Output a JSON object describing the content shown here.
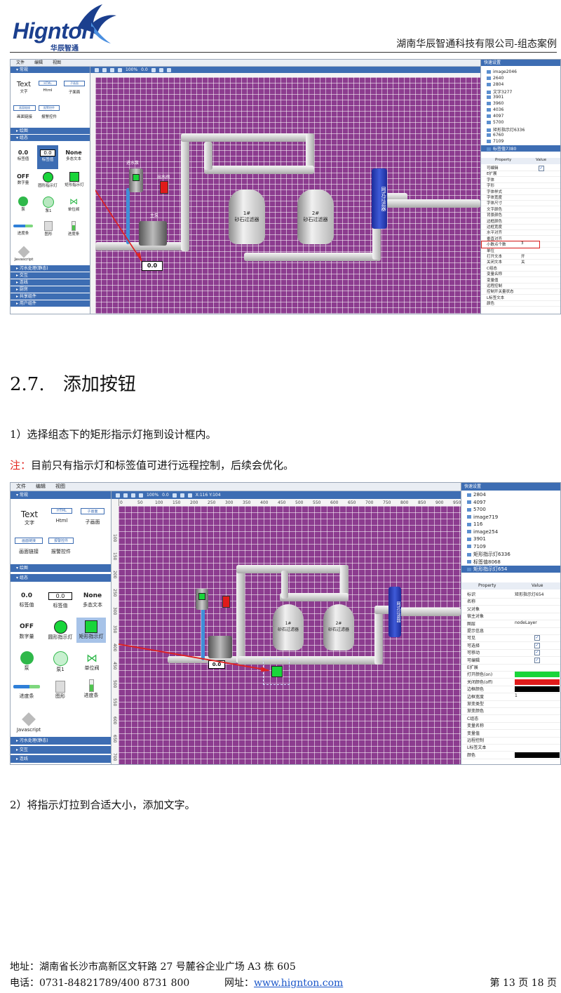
{
  "header": {
    "logo_text": "Hignton",
    "logo_sub": "华辰智通",
    "company": "湖南华辰智通科技有限公司-组态案例"
  },
  "screenshot1": {
    "menu": [
      "文件",
      "编辑",
      "视图"
    ],
    "toolbar_zoom": "100%",
    "toolbar_value": "0.0",
    "quick_settings": "快速设置",
    "left_sections": {
      "normal": "常规",
      "chart": "绘图",
      "config": "组态",
      "sewage": "污水处理(静态)",
      "interact": "交互",
      "connect": "连线",
      "kitchen": "厨房",
      "share": "共享组件",
      "user": "用户组件"
    },
    "tools": {
      "text_label": "Text",
      "text": "文字",
      "html_icon": "HTML",
      "html": "Html",
      "subpage_icon": "子画面",
      "subpage": "子面面",
      "jump_icon": "画面链接",
      "jump": "画面链接",
      "alarm_icon": "报警控件",
      "alarm": "报警控件",
      "num_label": "0.0",
      "num": "标签值",
      "num2_label": "0.0",
      "num2": "标签值",
      "none_label": "None",
      "none": "多态文本",
      "off_label": "OFF",
      "off": "数字量",
      "circle": "圆形指示灯",
      "rect": "矩形指示灯",
      "pump": "泵",
      "pump1": "泵1",
      "valve": "单位阀",
      "progress": "进度条",
      "shape": "图形",
      "progress2": "进度条",
      "js": "Javascript"
    },
    "canvas_labels": {
      "in_pump": "进水泵",
      "out_valve": "出水阀",
      "main_pump": "主泵",
      "tank1": "1#\n砂石过滤器",
      "tank2": "2#\n砂石过滤器",
      "blue_tank": "网式过滤器",
      "value_box": "0.0"
    },
    "tree": [
      "image2046",
      "2640",
      "2804",
      "文字3277",
      "3901",
      "3960",
      "4036",
      "4097",
      "5700",
      "矩形指示灯6336",
      "6760",
      "7109",
      "标签值7380"
    ],
    "props": {
      "header_prop": "Property",
      "header_val": "Value",
      "rows": [
        {
          "name": "可编辑",
          "value": ""
        },
        {
          "name": "E扩展",
          "value": ""
        },
        {
          "name": "字体",
          "value": ""
        },
        {
          "name": "字形",
          "value": ""
        },
        {
          "name": "字体样式",
          "value": ""
        },
        {
          "name": "字体宽度",
          "value": ""
        },
        {
          "name": "字体尺寸",
          "value": ""
        },
        {
          "name": "文字颜色",
          "value": ""
        },
        {
          "name": "背景颜色",
          "value": ""
        },
        {
          "name": "边框颜色",
          "value": ""
        },
        {
          "name": "边框宽度",
          "value": ""
        },
        {
          "name": "水平对齐",
          "value": ""
        },
        {
          "name": "垂直对齐",
          "value": ""
        },
        {
          "name": "小数点个数",
          "value": "3"
        },
        {
          "name": "单位",
          "value": ""
        },
        {
          "name": "打开文本",
          "value": "开"
        },
        {
          "name": "关闭文本",
          "value": "关"
        },
        {
          "name": "C组态",
          "value": ""
        },
        {
          "name": "变量名称",
          "value": ""
        },
        {
          "name": "变量值",
          "value": ""
        },
        {
          "name": "远程控制",
          "value": ""
        },
        {
          "name": "控制开关量状态",
          "value": ""
        },
        {
          "name": "L标签文本",
          "value": ""
        },
        {
          "name": "颜色",
          "value": ""
        }
      ]
    }
  },
  "section": {
    "number": "2.7.",
    "title": "添加按钮",
    "step1": "1）选择组态下的矩形指示灯拖到设计框内。",
    "note_label": "注：",
    "note_text": "目前只有指示灯和标签值可进行远程控制，后续会优化。",
    "step2": "2）将指示灯拉到合适大小，添加文字。"
  },
  "screenshot2": {
    "menu": [
      "文件",
      "编辑",
      "视图"
    ],
    "toolbar_zoom": "100%",
    "toolbar_value": "0.0",
    "toolbar_coord": "X:116 Y:104",
    "quick_settings": "快速设置",
    "ruler_top": [
      "0",
      "50",
      "100",
      "150",
      "200",
      "250",
      "300",
      "350",
      "400",
      "450",
      "500",
      "550",
      "600",
      "650",
      "700",
      "750",
      "800",
      "850",
      "900",
      "950"
    ],
    "ruler_left": [
      "100",
      "150",
      "200",
      "250",
      "300",
      "350",
      "400",
      "450",
      "500",
      "550",
      "600",
      "650",
      "700"
    ],
    "left_sections": {
      "normal": "常规",
      "chart": "绘图",
      "config": "组态",
      "sewage": "污水处理(静态)",
      "interact": "交互",
      "connect": "连线"
    },
    "tools": {
      "text_label": "Text",
      "text": "文字",
      "html_icon": "HTML",
      "html": "Html",
      "subpage_icon": "子画面",
      "subpage": "子画面",
      "jump_icon": "画面链接",
      "jump": "画面链接",
      "alarm_icon": "报警控件",
      "alarm": "报警控件",
      "num_label": "0.0",
      "num": "标签值",
      "num2_label": "0.0",
      "num2": "标签值",
      "none_label": "None",
      "none": "多态文本",
      "off_label": "OFF",
      "off": "数字量",
      "circle": "圆形指示灯",
      "rect": "矩形指示灯",
      "pump": "泵",
      "pump1": "泵1",
      "valve": "单位阀",
      "progress": "进度条",
      "shape": "图形",
      "progress2": "进度条",
      "js": "Javascript"
    },
    "canvas_labels": {
      "tank1": "1#\n砂石过滤器",
      "tank2": "2#\n砂石过滤器",
      "blue_tank": "网式过滤器",
      "value_box": "0.0"
    },
    "tree": [
      "2804",
      "4097",
      "5700",
      "image719",
      "116",
      "image254",
      "3901",
      "7109",
      "矩形指示灯6336",
      "标签值8068",
      "矩形指示灯654"
    ],
    "props": {
      "header_prop": "Property",
      "header_val": "Value",
      "rows": [
        {
          "name": "标识",
          "value": "矩形指示灯654"
        },
        {
          "name": "名称",
          "value": ""
        },
        {
          "name": "父对象",
          "value": ""
        },
        {
          "name": "宿主对象",
          "value": ""
        },
        {
          "name": "图层",
          "value": "nodeLayer"
        },
        {
          "name": "提示信息",
          "value": ""
        },
        {
          "name": "可见",
          "value": "check"
        },
        {
          "name": "可选择",
          "value": "check"
        },
        {
          "name": "可移动",
          "value": "check"
        },
        {
          "name": "可编辑",
          "value": "check"
        },
        {
          "name": "E扩展",
          "value": ""
        },
        {
          "name": "打开颜色(on)",
          "value": "swatch-green"
        },
        {
          "name": "关闭颜色(off)",
          "value": "swatch-red"
        },
        {
          "name": "边框颜色",
          "value": "swatch-black"
        },
        {
          "name": "边框宽度",
          "value": "1"
        },
        {
          "name": "渐变类型",
          "value": ""
        },
        {
          "name": "渐变颜色",
          "value": ""
        },
        {
          "name": "C组态",
          "value": ""
        },
        {
          "name": "变量名称",
          "value": ""
        },
        {
          "name": "变量值",
          "value": ""
        },
        {
          "name": "远程控制",
          "value": ""
        },
        {
          "name": "L标签文本",
          "value": ""
        },
        {
          "name": "颜色",
          "value": "swatch-black"
        }
      ]
    }
  },
  "colors": {
    "brand_blue": "#1b3f8e",
    "ui_blue": "#3d6db3",
    "canvas_purple": "#8c3c8f",
    "indicator_green": "#19d53a",
    "indicator_red": "#e01b1b",
    "arrow_red": "#e02020",
    "note_red": "#e2211c",
    "link_blue": "#1a56c9"
  },
  "footer": {
    "address": "地址：湖南省长沙市高新区文轩路 27 号麓谷企业广场 A3 栋 605",
    "phone": "电话：0731-84821789/400 8731 800",
    "site_label": "网址：",
    "site_link": "www.hignton.com",
    "page_prefix": "第",
    "page_current": "13",
    "page_mid": "页",
    "page_total": "18",
    "page_suffix": "页"
  }
}
